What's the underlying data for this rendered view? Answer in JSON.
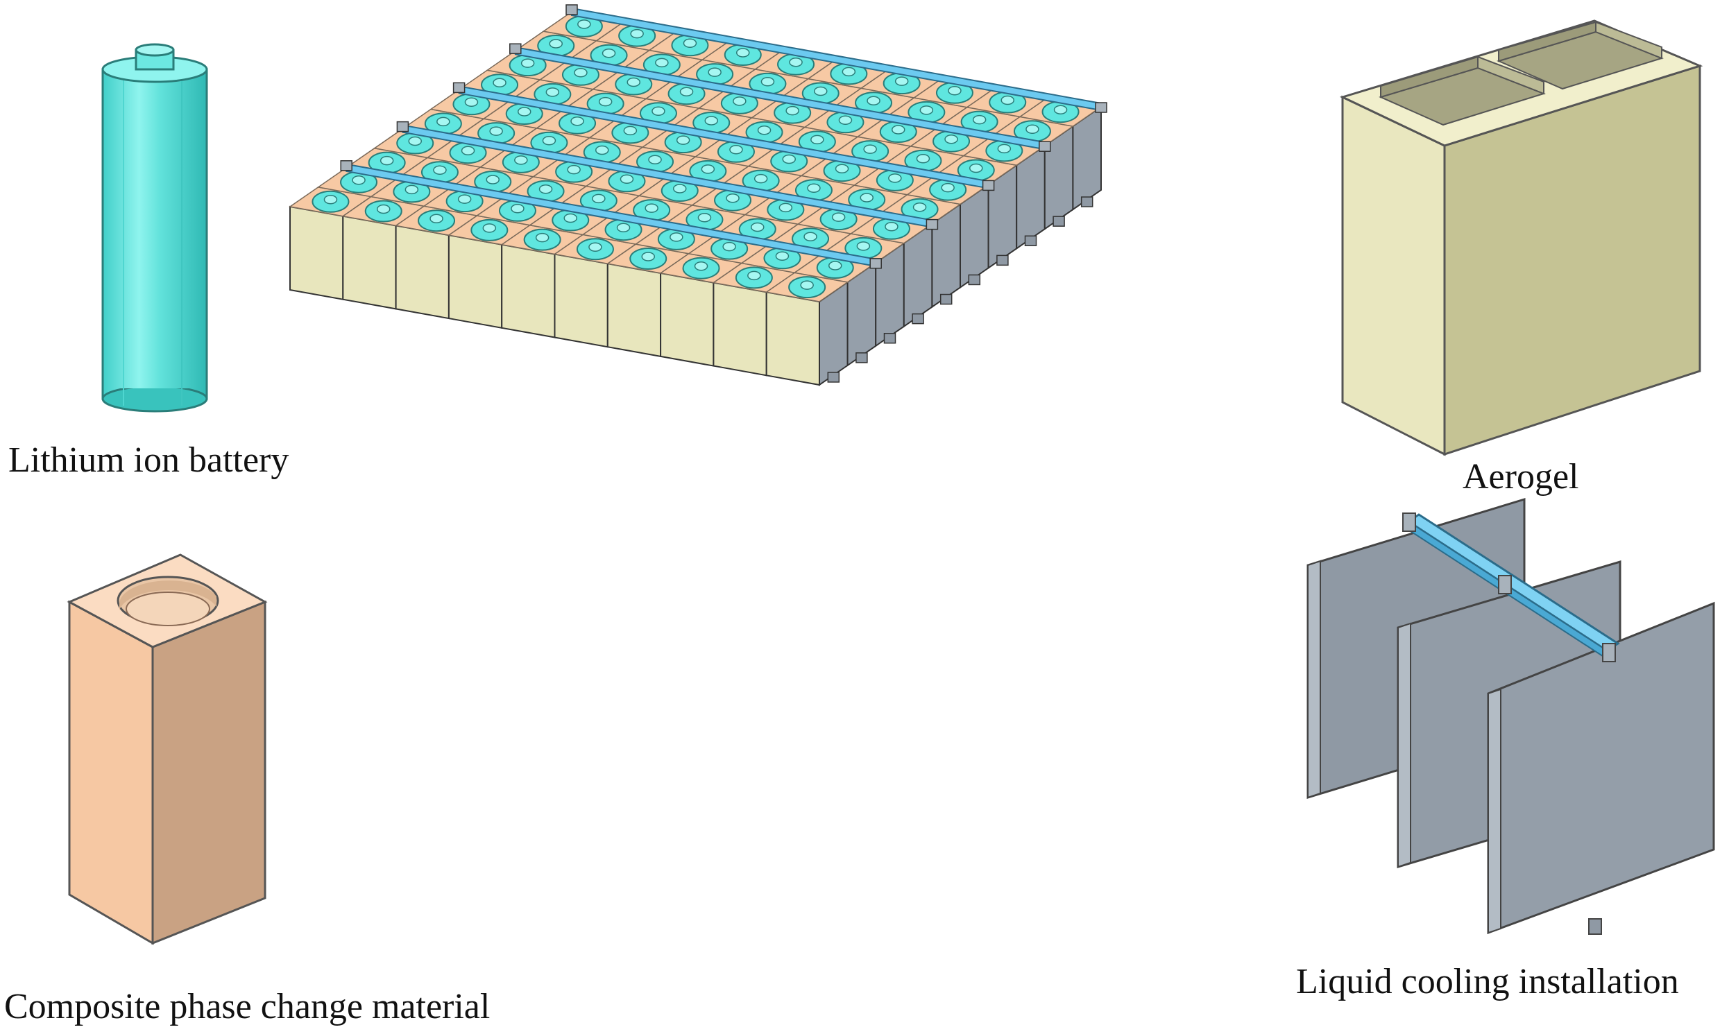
{
  "labels": {
    "battery": "Lithium ion battery",
    "aerogel": "Aerogel",
    "pcm": "Composite phase change material",
    "liquid_cooling": "Liquid cooling installation"
  },
  "colors": {
    "battery_cyan": "#5fe6df",
    "pcm_peach": "#f7c9a4",
    "aerogel_cream": "#e8e6bd",
    "plate_grey": "#959faa",
    "pipe_blue": "#6ccaf0",
    "edge": "#333333"
  },
  "module": {
    "rows": 10,
    "cols": 10
  }
}
